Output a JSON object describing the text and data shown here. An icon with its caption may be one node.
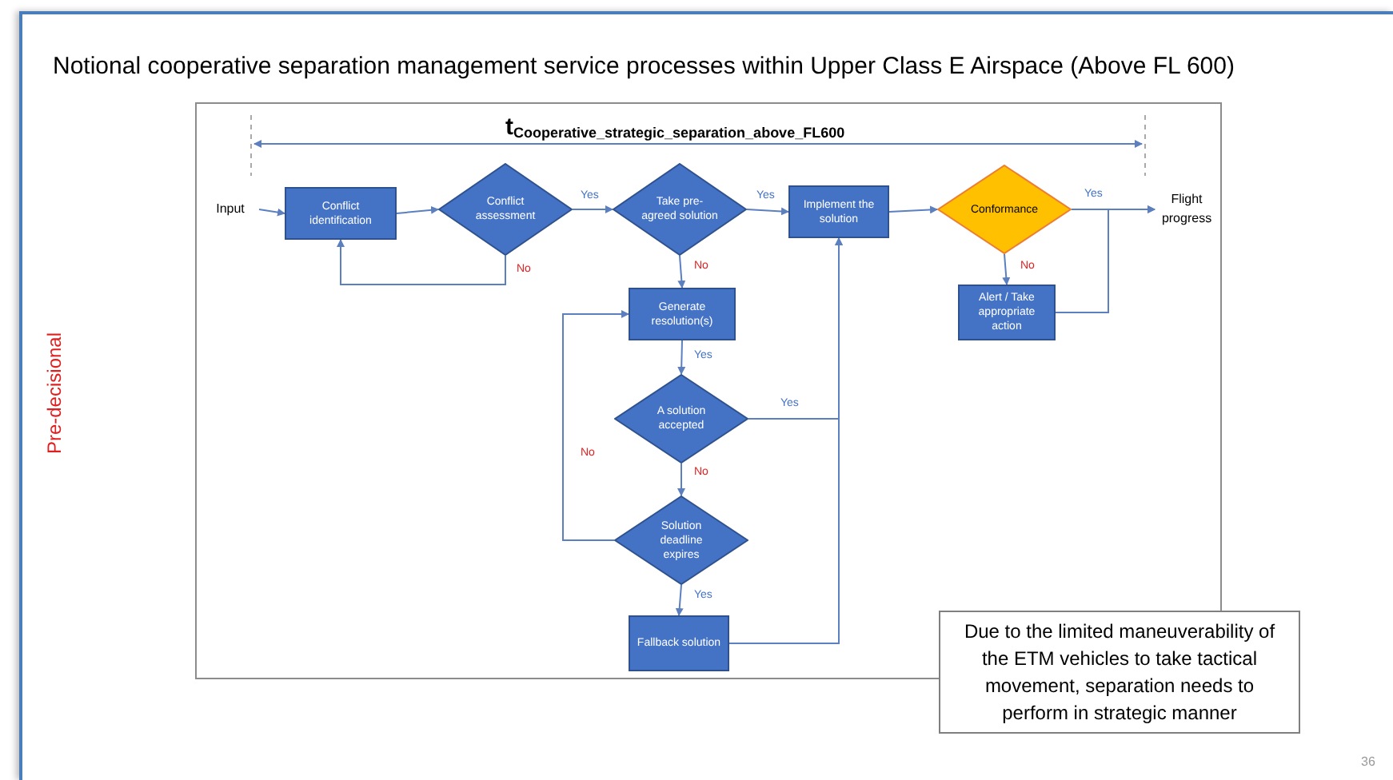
{
  "diagram": {
    "title": "Notional cooperative separation management service processes within Upper Class E Airspace (Above FL 600)",
    "nodes": [
      {
        "text": [
          "Input"
        ]
      },
      {
        "text": [
          "Conflict identification"
        ]
      },
      {
        "text": [
          "Conflict assessment"
        ]
      },
      {
        "text": [
          "Take pre-agreed solution"
        ]
      },
      {
        "text": [
          "Implement the solution"
        ]
      },
      {
        "text": [
          "Conformance"
        ]
      },
      {
        "text": [
          "Flight progress"
        ]
      },
      {
        "text": [
          "Generate resolution(s)"
        ]
      },
      {
        "text": [
          "A solution accepted"
        ]
      },
      {
        "text": [
          "Solution deadline expires"
        ]
      },
      {
        "text": [
          "Fallback solution"
        ]
      },
      {
        "text": [
          "Alert / Take appropriate action"
        ]
      },
      {
        "text": [
          "Due to the limited maneuverability of the ETM vehicles to take tactical movement, separation needs to perform in strategic manner"
        ]
      }
    ],
    "edges": [
      {
        "from": 0,
        "to": 1,
        "arrow": "to"
      },
      {
        "from": 1,
        "to": 2,
        "arrow": "to"
      },
      {
        "from": 2,
        "to": 3,
        "arrow": "to",
        "label": "Yes"
      },
      {
        "from": 2,
        "to": 1,
        "arrow": "to",
        "label": "No"
      },
      {
        "from": 3,
        "to": 4,
        "arrow": "to",
        "label": "Yes"
      },
      {
        "from": 3,
        "to": 7,
        "arrow": "to",
        "label": "No"
      },
      {
        "from": 7,
        "to": 8,
        "arrow": "to",
        "label": "Yes"
      },
      {
        "from": 8,
        "to": 4,
        "arrow": "to",
        "label": "Yes"
      },
      {
        "from": 8,
        "to": 9,
        "arrow": "to",
        "label": "No"
      },
      {
        "from": 9,
        "to": 7,
        "arrow": "to",
        "label": "No"
      },
      {
        "from": 9,
        "to": 10,
        "arrow": "to",
        "label": "Yes"
      },
      {
        "from": 10,
        "to": 4,
        "arrow": "to"
      },
      {
        "from": 4,
        "to": 5,
        "arrow": "to"
      },
      {
        "from": 5,
        "to": 6,
        "arrow": "to",
        "label": "Yes"
      },
      {
        "from": 5,
        "to": 11,
        "arrow": "to",
        "label": "No"
      },
      {
        "from": 11,
        "to": 6,
        "arrow": "to"
      }
    ],
    "labels": [
      "t$_{Cooperative_strategic_separation_above_FL600}$",
      "Pre-decisional",
      "36"
    ]
  }
}
